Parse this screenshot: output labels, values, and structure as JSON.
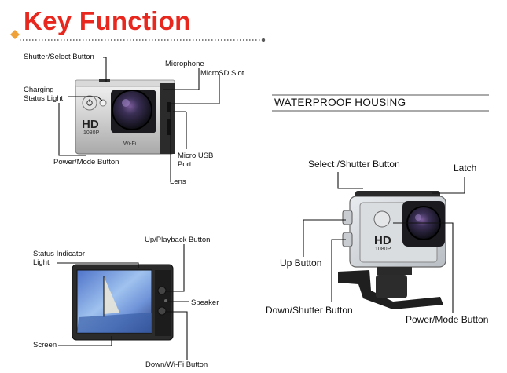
{
  "title": "Key Function",
  "colors": {
    "title": "#e8281f",
    "diamond": "#f0a23a",
    "rule": "#5a5a5a"
  },
  "camera_top": {
    "labels": {
      "shutter_select": "Shutter/Select Button",
      "microphone": "Microphone",
      "microsd": "MicroSD Slot",
      "charging": "Charging\nStatus Light",
      "power_mode": "Power/Mode Button",
      "micro_usb": "Micro USB\nPort",
      "lens": "Lens"
    },
    "badge_hd": "HD",
    "badge_res": "1080P",
    "wifi_text": "Wi-Fi"
  },
  "camera_back": {
    "labels": {
      "status_indicator": "Status Indicator\nLight",
      "up_playback": "Up/Playback Button",
      "speaker": "Speaker",
      "screen": "Screen",
      "down_wifi": "Down/Wi-Fi Button"
    }
  },
  "housing": {
    "heading": "WATERPROOF HOUSING",
    "labels": {
      "select_shutter": "Select /Shutter Button",
      "latch": "Latch",
      "up": "Up Button",
      "down_shutter": "Down/Shutter Button",
      "power_mode": "Power/Mode Button"
    },
    "badge_hd": "HD",
    "badge_res": "1080P"
  }
}
